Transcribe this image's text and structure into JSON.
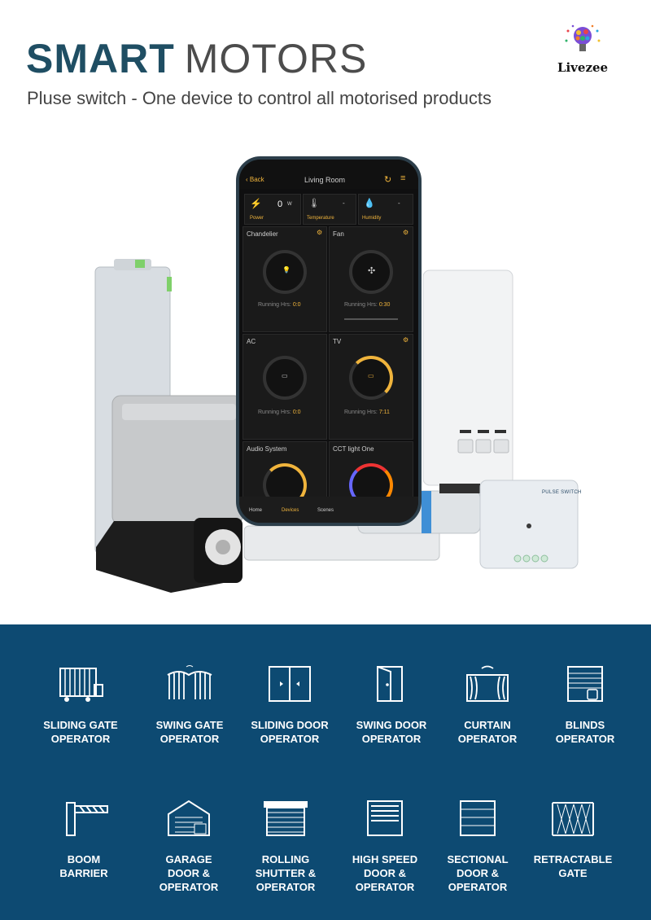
{
  "header": {
    "title_bold": "SMART",
    "title_light": "MOTORS",
    "subtitle": "Pluse switch - One device to control all motorised products",
    "logo_text": "Livezee"
  },
  "phone": {
    "back": "Back",
    "room": "Living Room",
    "stats": [
      {
        "label": "Power",
        "value": "0",
        "unit": "W"
      },
      {
        "label": "Temperature",
        "value": "-"
      },
      {
        "label": "Humidity",
        "value": "-"
      }
    ],
    "devices": [
      {
        "name": "Chandelier",
        "running_label": "Running Hrs:",
        "running_value": "0:0"
      },
      {
        "name": "Fan",
        "running_label": "Running Hrs:",
        "running_value": "0:30"
      },
      {
        "name": "AC",
        "running_label": "Running Hrs:",
        "running_value": "0:0"
      },
      {
        "name": "TV",
        "running_label": "Running Hrs:",
        "running_value": "7:11"
      },
      {
        "name": "Audio System"
      },
      {
        "name": "CCT light One"
      }
    ],
    "nav": [
      "Home",
      "Devices",
      "Scenes"
    ]
  },
  "pulse_switch_label": "PULSE SWITCH",
  "colors": {
    "band": "#0d4a72",
    "title": "#1f4e63",
    "accent": "#f0b43c"
  },
  "products": [
    {
      "icon": "sliding-gate-icon",
      "lines": [
        "SLIDING GATE",
        "OPERATOR"
      ]
    },
    {
      "icon": "swing-gate-icon",
      "lines": [
        "SWING GATE",
        "OPERATOR"
      ]
    },
    {
      "icon": "sliding-door-icon",
      "lines": [
        "SLIDING DOOR",
        "OPERATOR"
      ]
    },
    {
      "icon": "swing-door-icon",
      "lines": [
        "SWING DOOR",
        "OPERATOR"
      ]
    },
    {
      "icon": "curtain-icon",
      "lines": [
        "CURTAIN",
        "OPERATOR"
      ]
    },
    {
      "icon": "blinds-icon",
      "lines": [
        "BLINDS",
        "OPERATOR"
      ]
    },
    {
      "icon": "boom-barrier-icon",
      "lines": [
        "BOOM",
        "BARRIER"
      ]
    },
    {
      "icon": "garage-door-icon",
      "lines": [
        "GARAGE",
        "DOOR &",
        "OPERATOR"
      ]
    },
    {
      "icon": "rolling-shutter-icon",
      "lines": [
        "ROLLING",
        "SHUTTER &",
        "OPERATOR"
      ]
    },
    {
      "icon": "high-speed-door-icon",
      "lines": [
        "HIGH SPEED",
        "DOOR &",
        "OPERATOR"
      ]
    },
    {
      "icon": "sectional-door-icon",
      "lines": [
        "SECTIONAL",
        "DOOR &",
        "OPERATOR"
      ]
    },
    {
      "icon": "retractable-gate-icon",
      "lines": [
        "RETRACTABLE",
        "GATE"
      ]
    }
  ]
}
